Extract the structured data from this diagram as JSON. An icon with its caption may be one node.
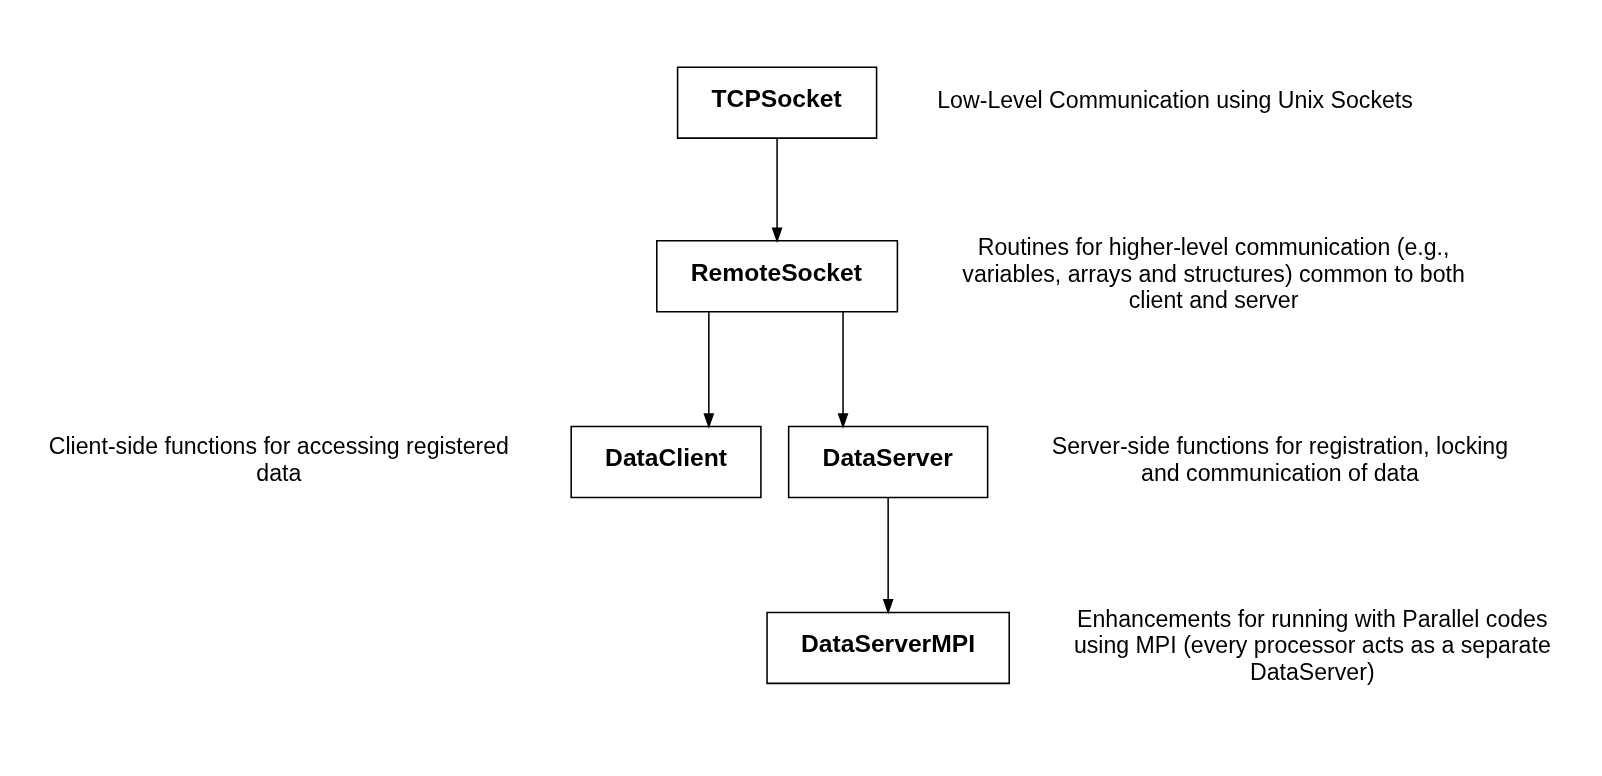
{
  "diagram": {
    "nodes": [
      {
        "text": [
          "TCPSocket"
        ],
        "beside": [
          "Low-Level Communication using Unix Sockets"
        ]
      },
      {
        "text": [
          "RemoteSocket"
        ],
        "beside": [
          "Routines for higher-level communication (e.g., variables, arrays and structures) common to both client and server"
        ]
      },
      {
        "text": [
          "DataClient"
        ],
        "beside": [
          "Client-side functions for accessing registered data"
        ]
      },
      {
        "text": [
          "DataServer"
        ],
        "beside": [
          "Server-side functions for registration, locking and communication of data"
        ]
      },
      {
        "text": [
          "DataServerMPI"
        ],
        "beside": [
          "Enhancements for running with Parallel codes using MPI (every processor acts as a separate DataServer)"
        ]
      }
    ],
    "edges": [
      {
        "from": 0,
        "to": 1,
        "arrow": "to"
      },
      {
        "from": 1,
        "to": 2,
        "arrow": "to"
      },
      {
        "from": 1,
        "to": 3,
        "arrow": "to"
      },
      {
        "from": 3,
        "to": 4,
        "arrow": "to"
      }
    ]
  }
}
